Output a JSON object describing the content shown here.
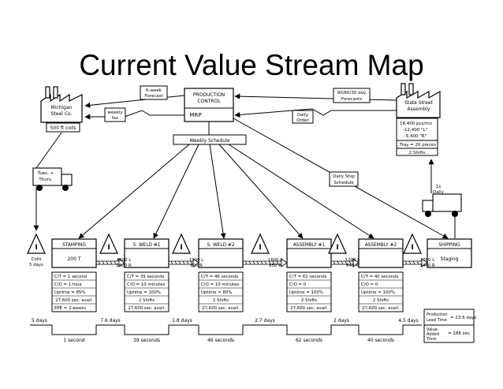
{
  "title": "Current Value Stream Map",
  "supplier": {
    "name_l1": "Michigan",
    "name_l2": "Steel Co.",
    "data": "500 ft coils",
    "delivery_l1": "Tues. +",
    "delivery_l2": "Thurs."
  },
  "customer": {
    "name_l1": "State Street",
    "name_l2": "Assembly",
    "lines": [
      "18,400 pcs/mo",
      "-12,400 \"L\"",
      "- 6,400 \"R\""
    ],
    "tray": "Tray = 20 pieces",
    "shifts": "2 Shifts",
    "delivery_l1": "1x",
    "delivery_l2": "Daily"
  },
  "control": {
    "title_l1": "PRODUCTION",
    "title_l2": "CONTROL",
    "mrp": "MRP"
  },
  "info": {
    "forecast6_l1": "6-week",
    "forecast6_l2": "Forecast",
    "weekly_fax_l1": "weekly",
    "weekly_fax_l2": "fax",
    "forecasts90_l1": "90/60/30 day",
    "forecasts90_l2": "Forecasts",
    "daily_order_l1": "Daily",
    "daily_order_l2": "Order",
    "weekly_schedule": "Weekly Schedule",
    "daily_ship_l1": "Daily Ship",
    "daily_ship_l2": "Schedule"
  },
  "processes": [
    {
      "name": "STAMPING",
      "sub": "200 T",
      "data": [
        "C/T = 1 second",
        "C/O = 1 hour",
        "Uptime = 85%",
        "27,600 sec. avail.",
        "EPE = 2 weeks"
      ]
    },
    {
      "name": "S. WELD #1",
      "sub": "",
      "data": [
        "C/T = 39 seconds",
        "C/O = 10 minutes",
        "Uptime = 100%",
        "2 Shifts",
        "27,600 sec. avail."
      ]
    },
    {
      "name": "S. WELD #2",
      "sub": "",
      "data": [
        "C/T = 46 seconds",
        "C/O = 10 minutes",
        "Uptime = 80%",
        "2 Shifts",
        "27,600 sec. avail."
      ]
    },
    {
      "name": "ASSEMBLY #1",
      "sub": "",
      "data": [
        "C/T = 62 seconds",
        "C/O = 0",
        "Uptime = 100%",
        "2 Shifts",
        "27,600 sec. avail."
      ]
    },
    {
      "name": "ASSEMBLY #2",
      "sub": "",
      "data": [
        "C/T = 40 seconds",
        "C/O = 0",
        "Uptime = 100%",
        "2 Shifts",
        "27,600 sec. avail."
      ]
    },
    {
      "name": "SHIPPING",
      "sub": "Staging",
      "data": []
    }
  ],
  "inventory": [
    {
      "l1": "Coils",
      "l2": "5 days"
    },
    {
      "l1": "4600 L",
      "l2": "2400 R"
    },
    {
      "l1": "1100 L",
      "l2": "600 R"
    },
    {
      "l1": "1600 L",
      "l2": "850 R"
    },
    {
      "l1": "1200 L",
      "l2": "640 R"
    },
    {
      "l1": "2700 L",
      "l2": "1440 R"
    }
  ],
  "timeline": {
    "waits": [
      "5 days",
      "7.6 days",
      "1.8 days",
      "2.7 days",
      "2 days",
      "4.5 days"
    ],
    "processing": [
      "1 second",
      "39 seconds",
      "46 seconds",
      "62 seconds",
      "40 seconds"
    ]
  },
  "summary": {
    "lead_label_l1": "Production",
    "lead_label_l2": "Lead Time",
    "lead_value": "= 23.6 days",
    "va_label_l1": "Value-",
    "va_label_l2": "Added",
    "va_label_l3": "Time",
    "va_value": "= 188 sec."
  }
}
